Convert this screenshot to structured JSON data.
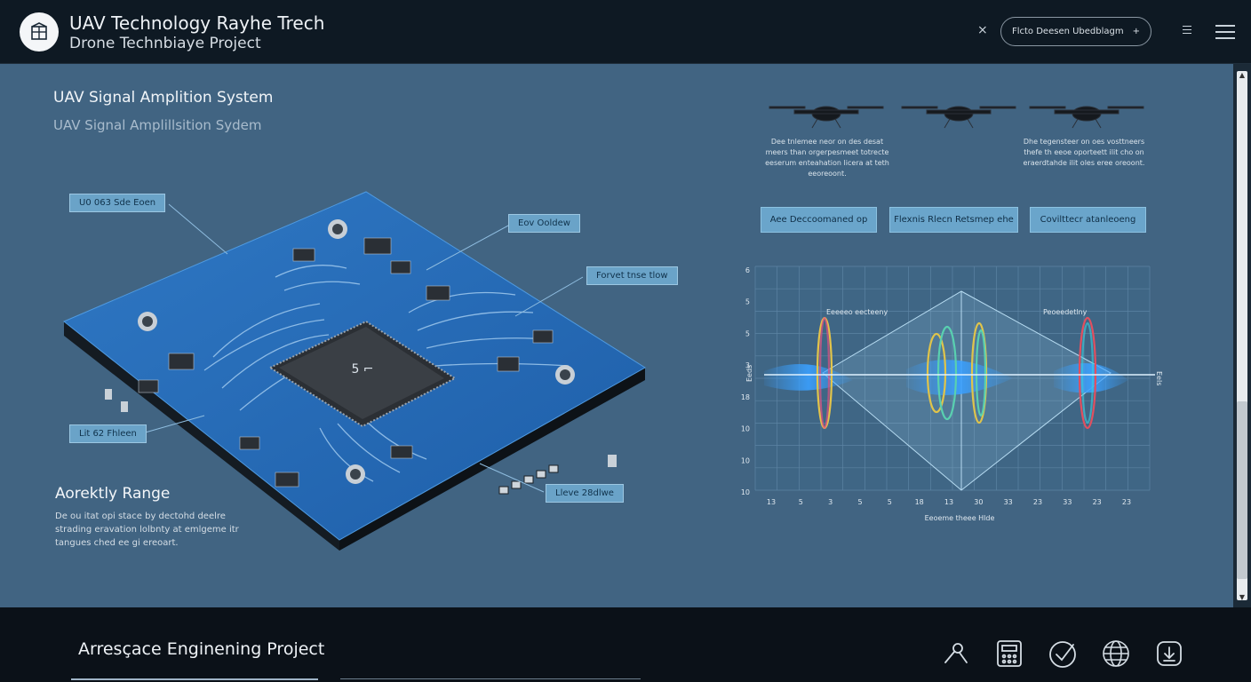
{
  "header": {
    "title": "UAV Technology Rayhe Trech",
    "subtitle": "Drone Technbiaye Project",
    "close_glyph": "⨯",
    "pill_label": "Flcto Deesen Ubedblagm",
    "pill_plus": "+"
  },
  "section": {
    "title": "UAV Signal Amplition System",
    "subtitle": "UAV Signal Amplillsition Sydem"
  },
  "pcb": {
    "chip_label_top": "5 ⌐",
    "callouts": [
      "U0 063 Sde Eoen",
      "Eov Ooldew",
      "Forvet tnse tlow",
      "Lit 62 Fhleen",
      "Lleve 28dlwe"
    ]
  },
  "range": {
    "title": "Aorektly Range",
    "text": "De ou itat opi stace by dectohd deelre strading eravation lolbnty at emlgeme itr tangues ched ee gi ereoart."
  },
  "drones": {
    "desc_left": "Dee tnlemee neor on des desat meers than orgerpesmeet totrecte eeserum enteahation licera at teth eeoreoont.",
    "desc_right": "Dhe tegensteer on oes vosttneers thefe th eeoe oporteett ilit cho on eraerdtahde ilit oles eree oreoont."
  },
  "tabs": [
    "Aee Deccoomaned op",
    "Flexnis Rlecn Retsmep ehe",
    "Covilttecr atanleoeng"
  ],
  "chart_data": {
    "type": "line",
    "title": "",
    "xlabel": "Eeoeme theee Hlde",
    "ylabel": "",
    "y_tick_labels": [
      "6",
      "5",
      "5",
      "3",
      "18",
      "10",
      "10",
      "10"
    ],
    "x_tick_labels": [
      "13",
      "5",
      "3",
      "5",
      "5",
      "18",
      "13",
      "30",
      "33",
      "23",
      "33",
      "23",
      "23"
    ],
    "left_axis_label": "Eeds",
    "right_axis_label": "Eels",
    "annotations": [
      "Eeeeeo eecteeny",
      "Peoeedetlny"
    ],
    "series": [
      {
        "x": [
          0,
          1,
          2,
          3,
          4,
          5,
          6,
          7,
          8,
          9,
          10,
          11,
          12
        ],
        "values": [
          0,
          0,
          0,
          0,
          0,
          0,
          0,
          0,
          0,
          0,
          0,
          0,
          0
        ]
      }
    ],
    "grid": true,
    "colors": {
      "signal": "#3aa0ff",
      "envelope": "#9fd1f0"
    }
  },
  "footer": {
    "title": "Arresçace Enginening Project",
    "icons": [
      "tool-icon",
      "calculator-icon",
      "check-circle-icon",
      "globe-icon",
      "download-icon"
    ]
  }
}
